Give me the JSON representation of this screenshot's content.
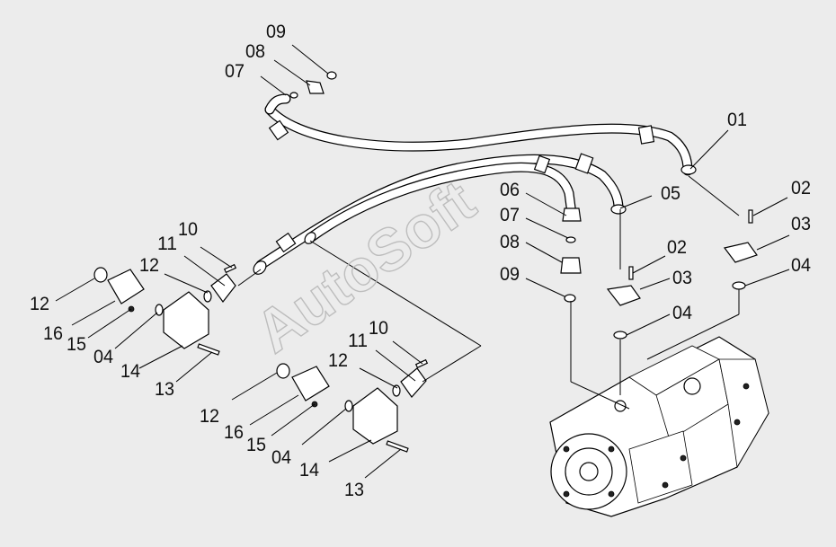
{
  "watermark": "AutoSoft",
  "callouts": [
    "01",
    "02",
    "03",
    "04",
    "05",
    "06",
    "07",
    "08",
    "09",
    "10",
    "11",
    "12",
    "13",
    "14",
    "15",
    "16"
  ],
  "colors": {
    "background": "#ececec",
    "line": "#000000",
    "watermark": "#b9b9b9"
  }
}
